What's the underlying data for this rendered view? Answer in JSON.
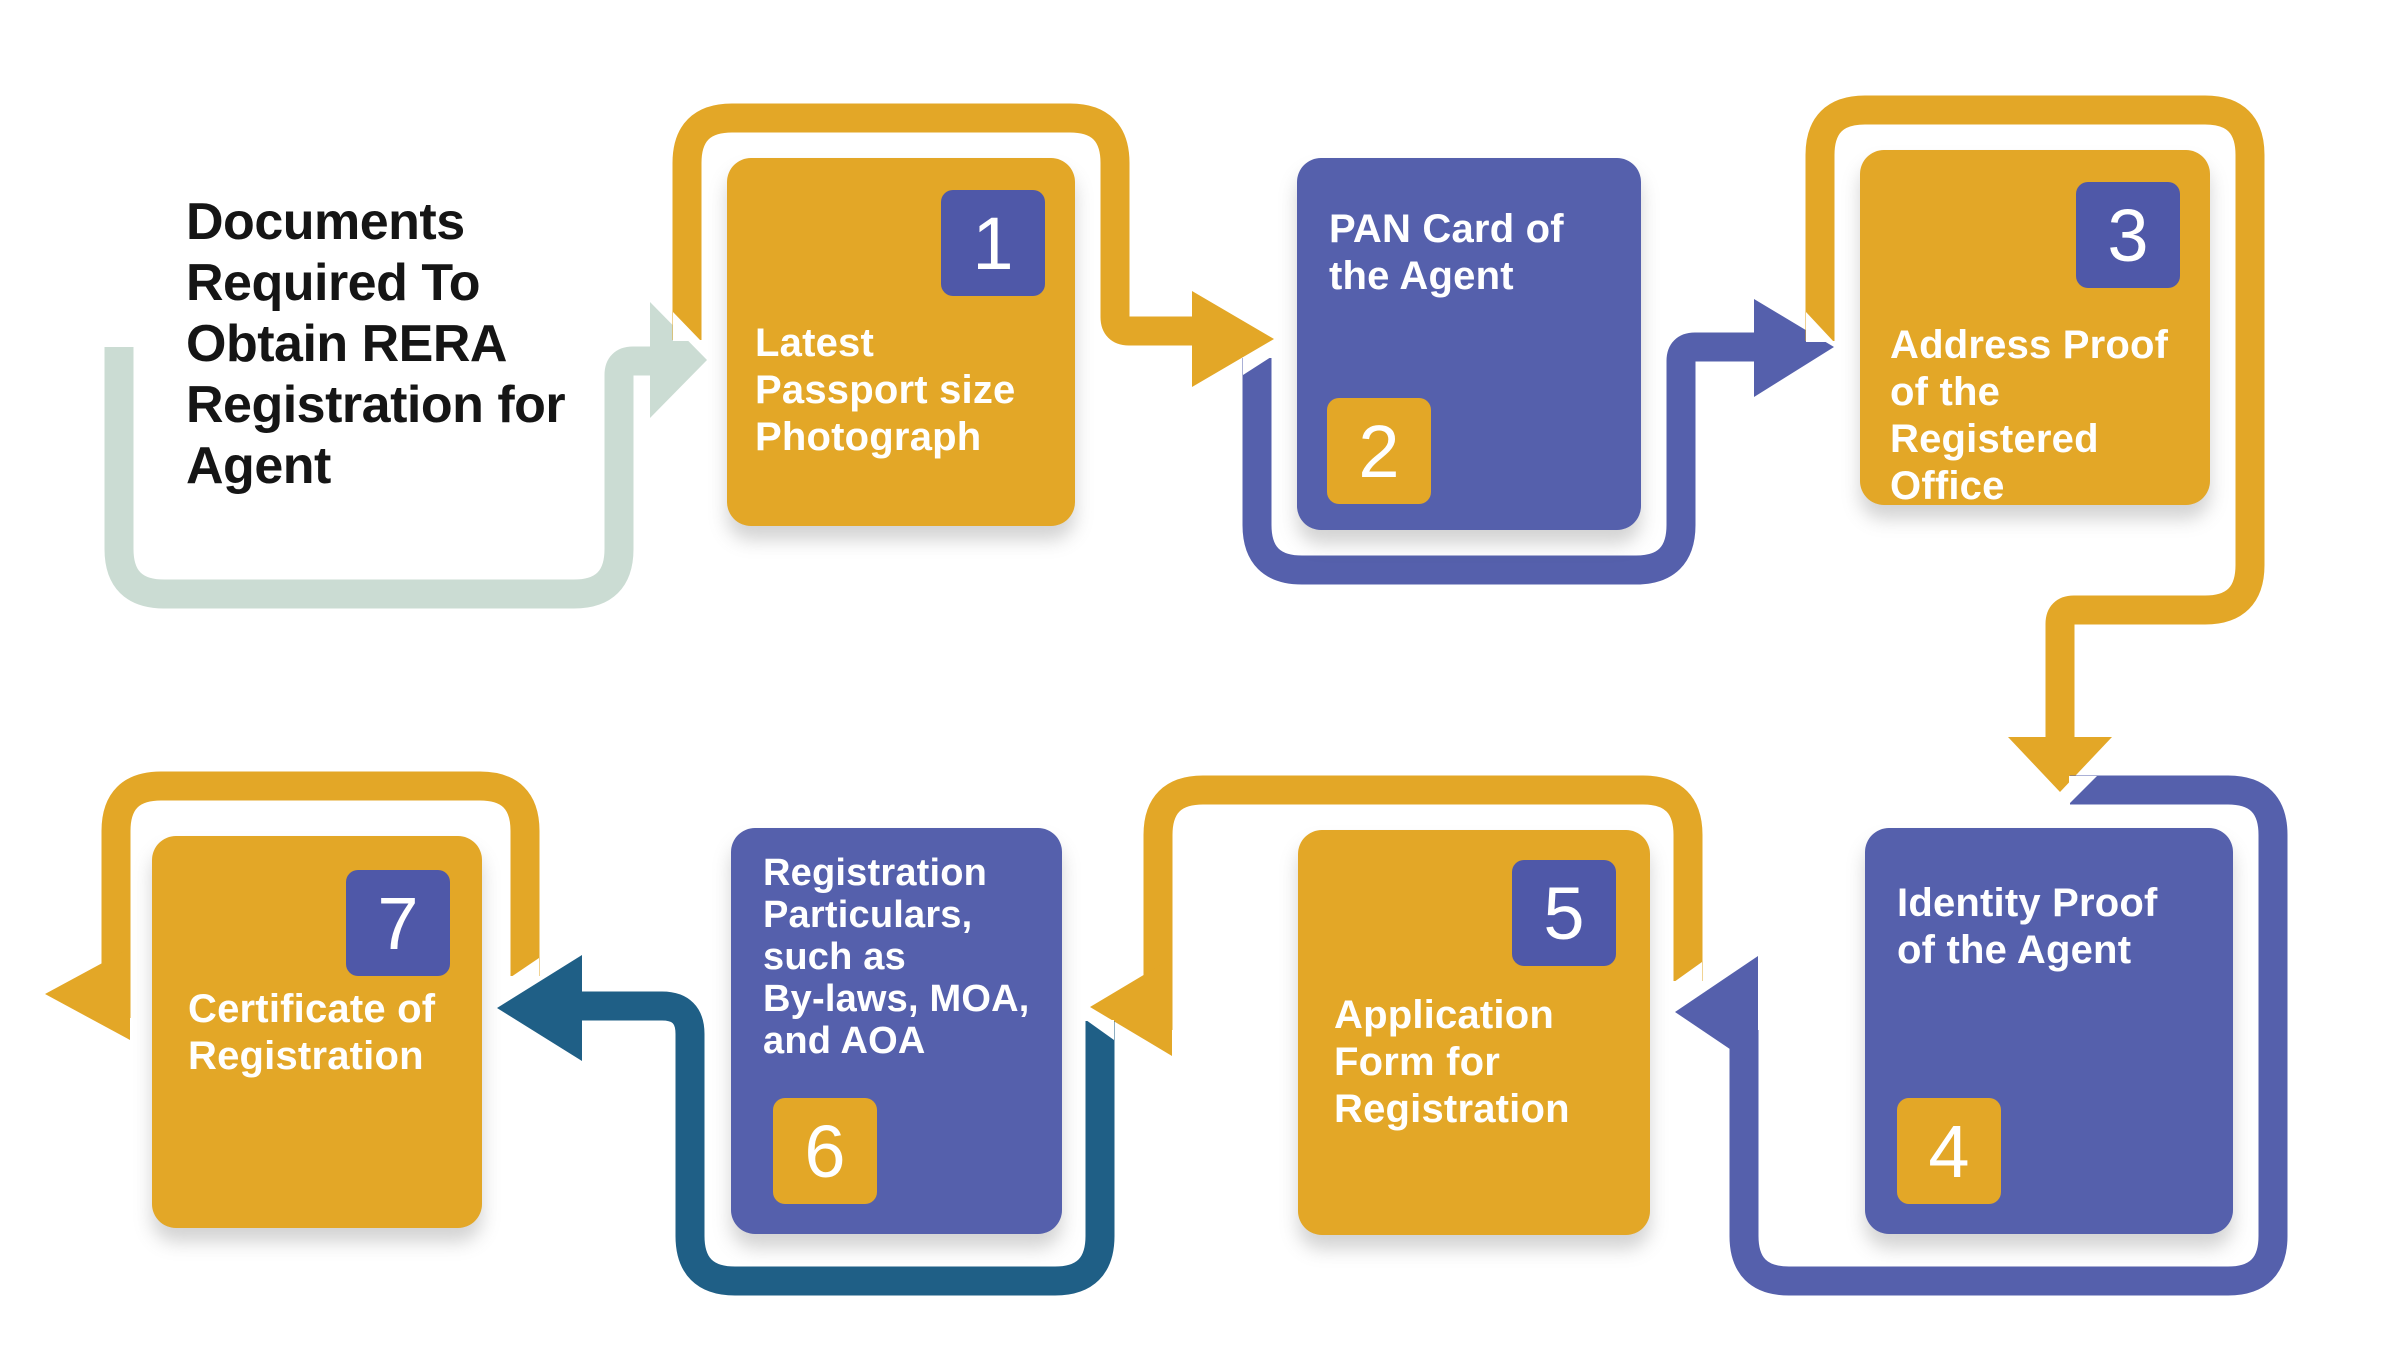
{
  "title": {
    "text": "Documents\nRequired To\nObtain RERA\nRegistration for\nAgent"
  },
  "steps": [
    {
      "number": "1",
      "label": "Latest\nPassport size\nPhotograph"
    },
    {
      "number": "2",
      "label": "PAN Card of\nthe Agent"
    },
    {
      "number": "3",
      "label": "Address Proof\nof the\nRegistered\nOffice"
    },
    {
      "number": "4",
      "label": "Identity Proof\nof the Agent"
    },
    {
      "number": "5",
      "label": "Application\nForm for\nRegistration"
    },
    {
      "number": "6",
      "label": "Registration\nParticulars,\nsuch as\nBy-laws, MOA,\nand AOA"
    },
    {
      "number": "7",
      "label": "Certificate of\nRegistration"
    }
  ],
  "colors": {
    "gold": "#E3A727",
    "blue": "#5560AC",
    "badge_blue": "#4F58A8",
    "teal": "#1F5F86",
    "sage": "#CBDCD3",
    "title_text": "#151515",
    "background": "#FFFFFF"
  }
}
